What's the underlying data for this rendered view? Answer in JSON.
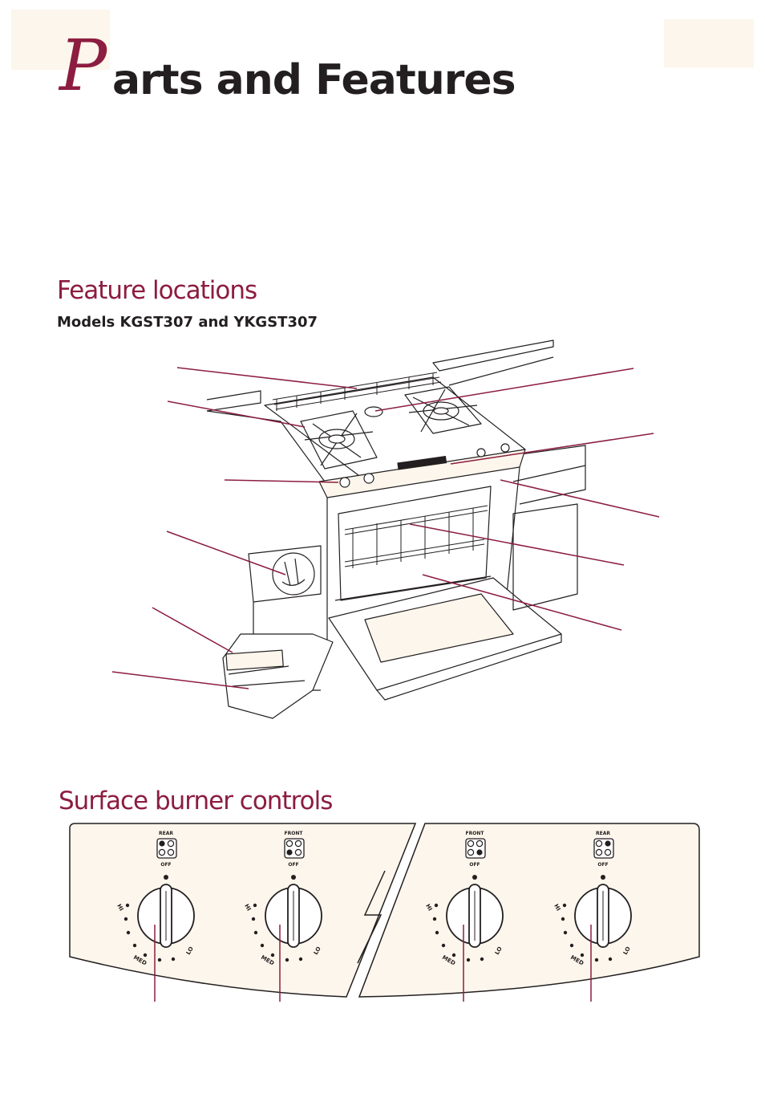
{
  "page": {
    "title_initial": "P",
    "title_rest": "arts and Features",
    "feature_heading": "Feature locations",
    "feature_subheading": "Models KGST307 and YKGST307",
    "controls_heading": "Surface burner controls"
  },
  "colors": {
    "accent": "#8c1d40",
    "ink": "#231f20",
    "panel": "#fdf6ec"
  },
  "controls": {
    "knobs": [
      {
        "position_label": "REAR",
        "off_label": "OFF",
        "hi_label": "HI",
        "med_label": "MED",
        "lo_label": "LO"
      },
      {
        "position_label": "FRONT",
        "off_label": "OFF",
        "hi_label": "HI",
        "med_label": "MED",
        "lo_label": "LO"
      },
      {
        "position_label": "FRONT",
        "off_label": "OFF",
        "hi_label": "HI",
        "med_label": "MED",
        "lo_label": "LO"
      },
      {
        "position_label": "REAR",
        "off_label": "OFF",
        "hi_label": "HI",
        "med_label": "MED",
        "lo_label": "LO"
      }
    ]
  }
}
